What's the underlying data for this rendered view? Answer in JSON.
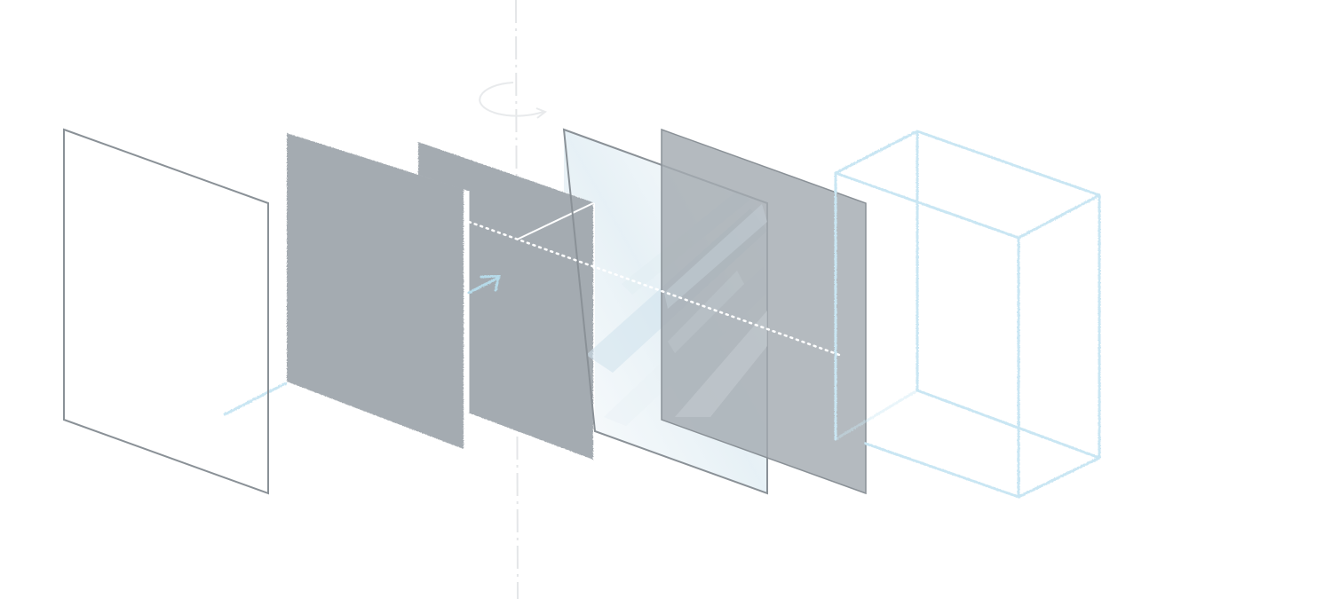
{
  "diagram": {
    "kind": "exploded-layer-illustration",
    "colors": {
      "background": "#ffffff",
      "panel_outline": "#8a9197",
      "panel_fill": "#a4abb1",
      "wireframe": "#c9e6f3",
      "axis": "#e4e6e8",
      "glass_tint": "#e6eff5",
      "dotted_line": "#ffffff",
      "arrow": "#b6dbea"
    },
    "layers": [
      {
        "name": "outline-panel",
        "style": "outline"
      },
      {
        "name": "sketched-solid-panel",
        "style": "solid-sketch"
      },
      {
        "name": "split-solid-panel",
        "style": "solid-sketch-split"
      },
      {
        "name": "translucent-glass-panel",
        "style": "translucent"
      },
      {
        "name": "dark-solid-panel",
        "style": "solid-semi-transparent"
      },
      {
        "name": "wireframe-box",
        "style": "wireframe"
      }
    ]
  }
}
